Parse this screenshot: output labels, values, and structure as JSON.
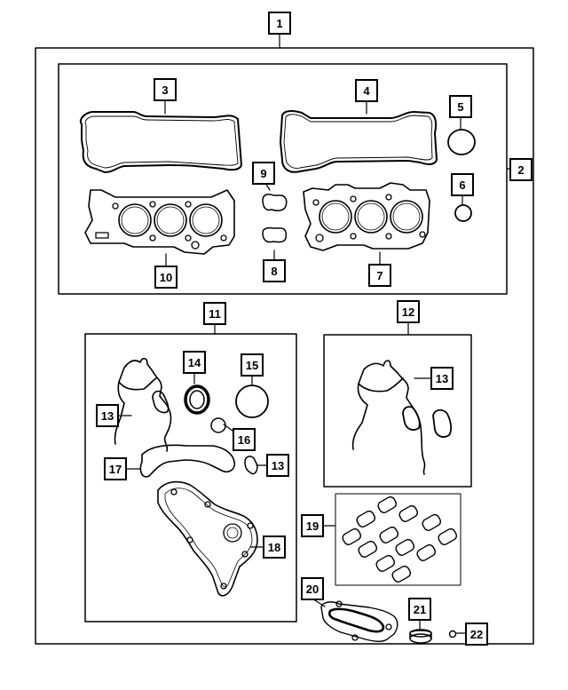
{
  "callouts": [
    {
      "id": "c1",
      "label": "1"
    },
    {
      "id": "c2",
      "label": "2"
    },
    {
      "id": "c3",
      "label": "3"
    },
    {
      "id": "c4",
      "label": "4"
    },
    {
      "id": "c5",
      "label": "5"
    },
    {
      "id": "c6",
      "label": "6"
    },
    {
      "id": "c7",
      "label": "7"
    },
    {
      "id": "c8",
      "label": "8"
    },
    {
      "id": "c9",
      "label": "9"
    },
    {
      "id": "c10",
      "label": "10"
    },
    {
      "id": "c11",
      "label": "11"
    },
    {
      "id": "c12",
      "label": "12"
    },
    {
      "id": "c13a",
      "label": "13"
    },
    {
      "id": "c13b",
      "label": "13"
    },
    {
      "id": "c13c",
      "label": "13"
    },
    {
      "id": "c14",
      "label": "14"
    },
    {
      "id": "c15",
      "label": "15"
    },
    {
      "id": "c16",
      "label": "16"
    },
    {
      "id": "c17",
      "label": "17"
    },
    {
      "id": "c18",
      "label": "18"
    },
    {
      "id": "c19",
      "label": "19"
    },
    {
      "id": "c20",
      "label": "20"
    },
    {
      "id": "c21",
      "label": "21"
    },
    {
      "id": "c22",
      "label": "22"
    }
  ]
}
